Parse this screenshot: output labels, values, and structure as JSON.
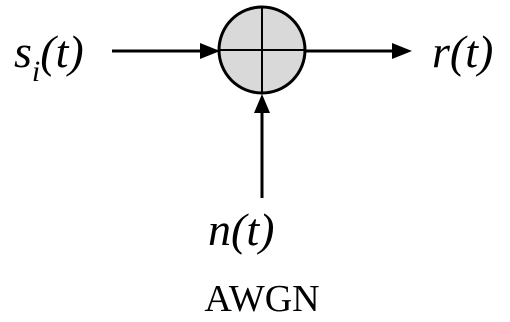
{
  "diagram": {
    "input_signal": {
      "base": "s",
      "subscript": "i",
      "argument": "(t)"
    },
    "output_signal": {
      "base": "r",
      "argument": "(t)"
    },
    "noise_signal": {
      "base": "n",
      "argument": "(t)"
    },
    "noise_caption": "AWGN",
    "summer_fill": "#d9d9d9",
    "line_color": "#000000"
  }
}
